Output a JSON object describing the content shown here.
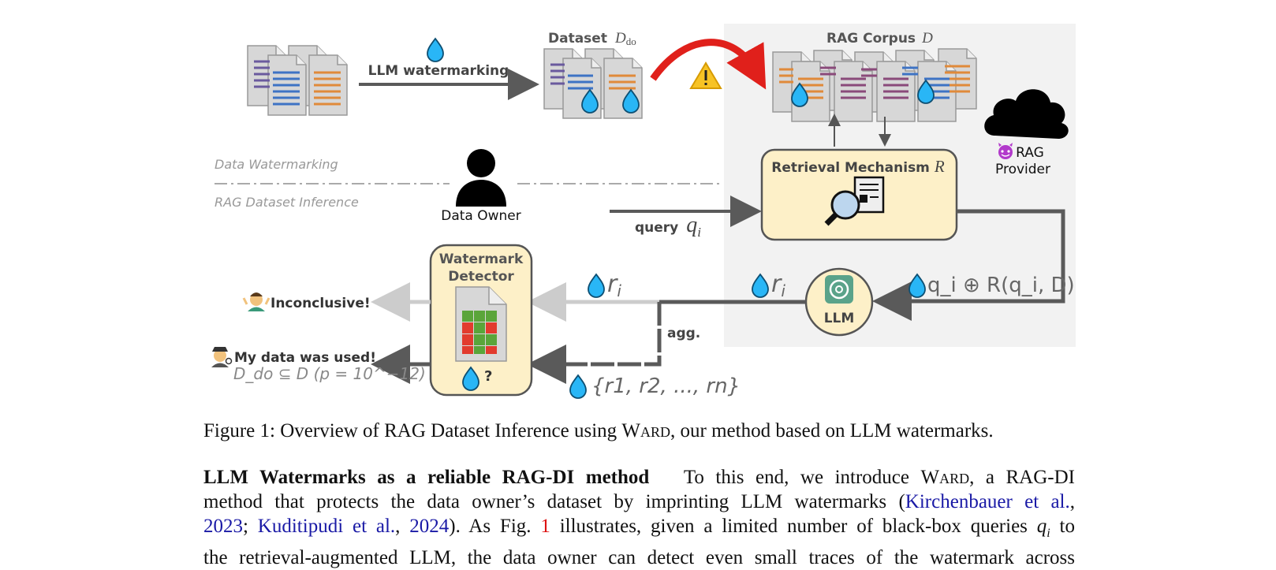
{
  "figure": {
    "llm_watermarking": "LLM watermarking",
    "dataset_label": "Dataset",
    "dataset_symbol": "D",
    "dataset_sub": "do",
    "rag_corpus_label": "RAG Corpus",
    "rag_corpus_symbol": "D",
    "retrieval_label": "Retrieval Mechanism",
    "retrieval_symbol": "R",
    "rag_provider_line1": "RAG",
    "rag_provider_line2": "Provider",
    "data_watermarking": "Data Watermarking",
    "rag_dataset_inference": "RAG Dataset Inference",
    "data_owner": "Data Owner",
    "query_label": "query",
    "query_symbol": "q",
    "query_sub": "i",
    "llm_label": "LLM",
    "prompt_expr": "q_i ⊕ R(q_i, D)",
    "response_symbol": "r",
    "response_sub": "i",
    "agg_label": "agg.",
    "responses_set": "{r1, r2, ..., rn}",
    "detector_line1": "Watermark",
    "detector_line2": "Detector",
    "detector_q": "?",
    "inconclusive": "Inconclusive!",
    "data_used": "My data was used!",
    "data_used_expr": "D_do ⊆ D (p = 10^−12)",
    "colors": {
      "water_drop": "#29b6f6",
      "rag_panel": "#f2f2f2",
      "box_fill": "#fdf0c8",
      "arrow_dark": "#5a5a5a",
      "arrow_light": "#cccccc",
      "red_arrow": "#e0201b",
      "detector_green": "#5aa53a",
      "detector_red": "#e23b2e"
    },
    "icons": [
      "document-stack-icon",
      "water-drop-icon",
      "warning-icon",
      "cloud-devil-icon",
      "person-icon",
      "magnifier-document-icon",
      "llm-logo-icon",
      "shrug-person-icon",
      "detective-icon"
    ]
  },
  "caption": {
    "prefix": "Figure 1: Overview of RAG Dataset Inference using ",
    "method": "Ward",
    "suffix": ", our method based on LLM watermarks."
  },
  "paragraph": {
    "heading": "LLM Watermarks as a reliable RAG-DI method",
    "l1_a": "To this end, we introduce ",
    "method": "Ward",
    "l1_b": ", a RAG-DI",
    "l2_a": "method that protects the data owner’s dataset by imprinting LLM watermarks (",
    "cite1_name": "Kirchenbauer et al.",
    "l2_b": ",",
    "cite1_year": "2023",
    "l3_a": "; ",
    "cite2_name": "Kuditipudi et al.",
    "l3_b": ", ",
    "cite2_year": "2024",
    "l3_c": "). As Fig. ",
    "fig_ref": "1",
    "l3_d": " illustrates, given a limited number of black-box queries ",
    "l3_q": "q",
    "l3_qi": "i",
    "l3_e": " to",
    "l4": "the retrieval-augmented LLM, the data owner can detect even small traces of the watermark across"
  }
}
